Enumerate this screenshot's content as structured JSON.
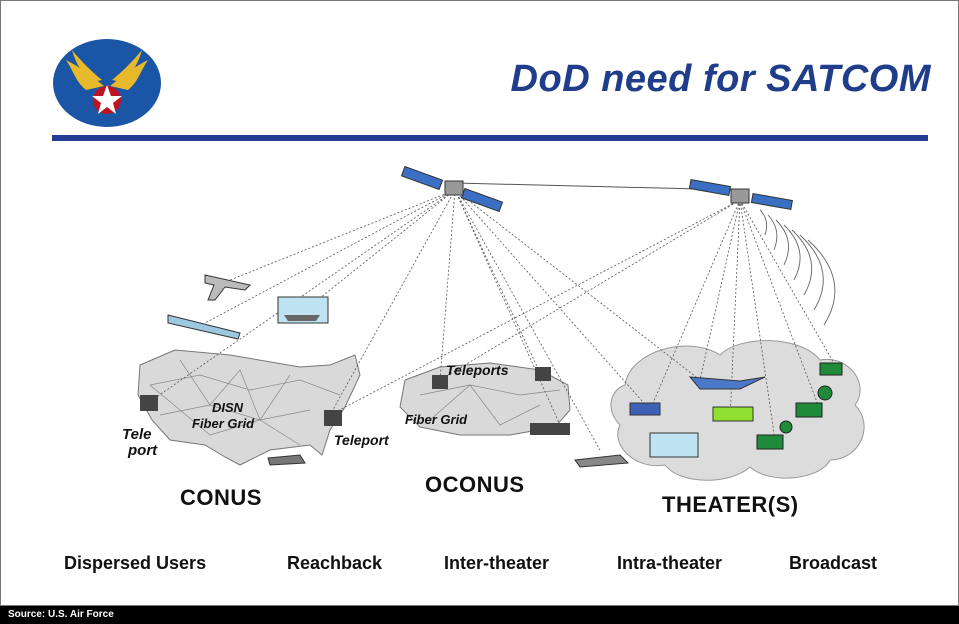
{
  "header": {
    "title": "DoD need for SATCOM"
  },
  "regions": {
    "conus": "CONUS",
    "oconus": "OCONUS",
    "theater": "THEATER(S)"
  },
  "map_labels": {
    "disn": "DISN",
    "fiber_grid_1": "Fiber Grid",
    "tele": "Tele",
    "port": "port",
    "teleport": "Teleport",
    "teleports": "Teleports",
    "fiber_grid_2": "Fiber Grid"
  },
  "categories": [
    "Dispersed Users",
    "Reachback",
    "Inter-theater",
    "Intra-theater",
    "Broadcast"
  ],
  "footer": {
    "source": "Source: U.S. Air Force"
  },
  "colors": {
    "title": "#1f3d8a",
    "rule": "#233d92",
    "logo_disc": "#1b55a6",
    "wings": "#e8b92a"
  }
}
